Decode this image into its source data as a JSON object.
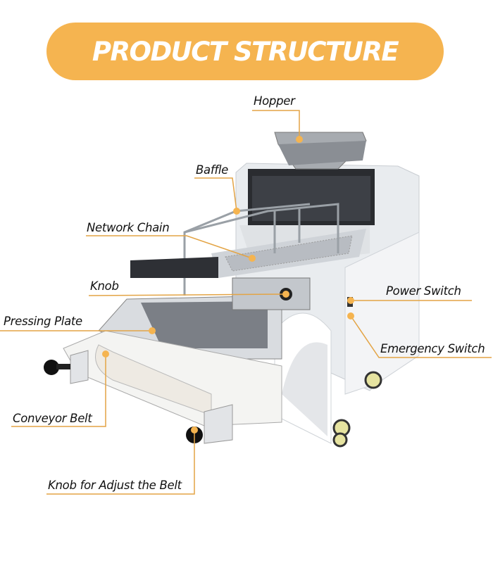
{
  "title": "PRODUCT STRUCTURE",
  "accent_color": "#f5b450",
  "leader_color": "#e3a445",
  "labels": {
    "hopper": "Hopper",
    "baffle": "Baffle",
    "network_chain": "Network Chain",
    "knob": "Knob",
    "pressing_plate": "Pressing Plate",
    "power_switch": "Power Switch",
    "emergency_switch": "Emergency Switch",
    "conveyor_belt": "Conveyor Belt",
    "knob_adjust_belt": "Knob for Adjust the Belt"
  }
}
